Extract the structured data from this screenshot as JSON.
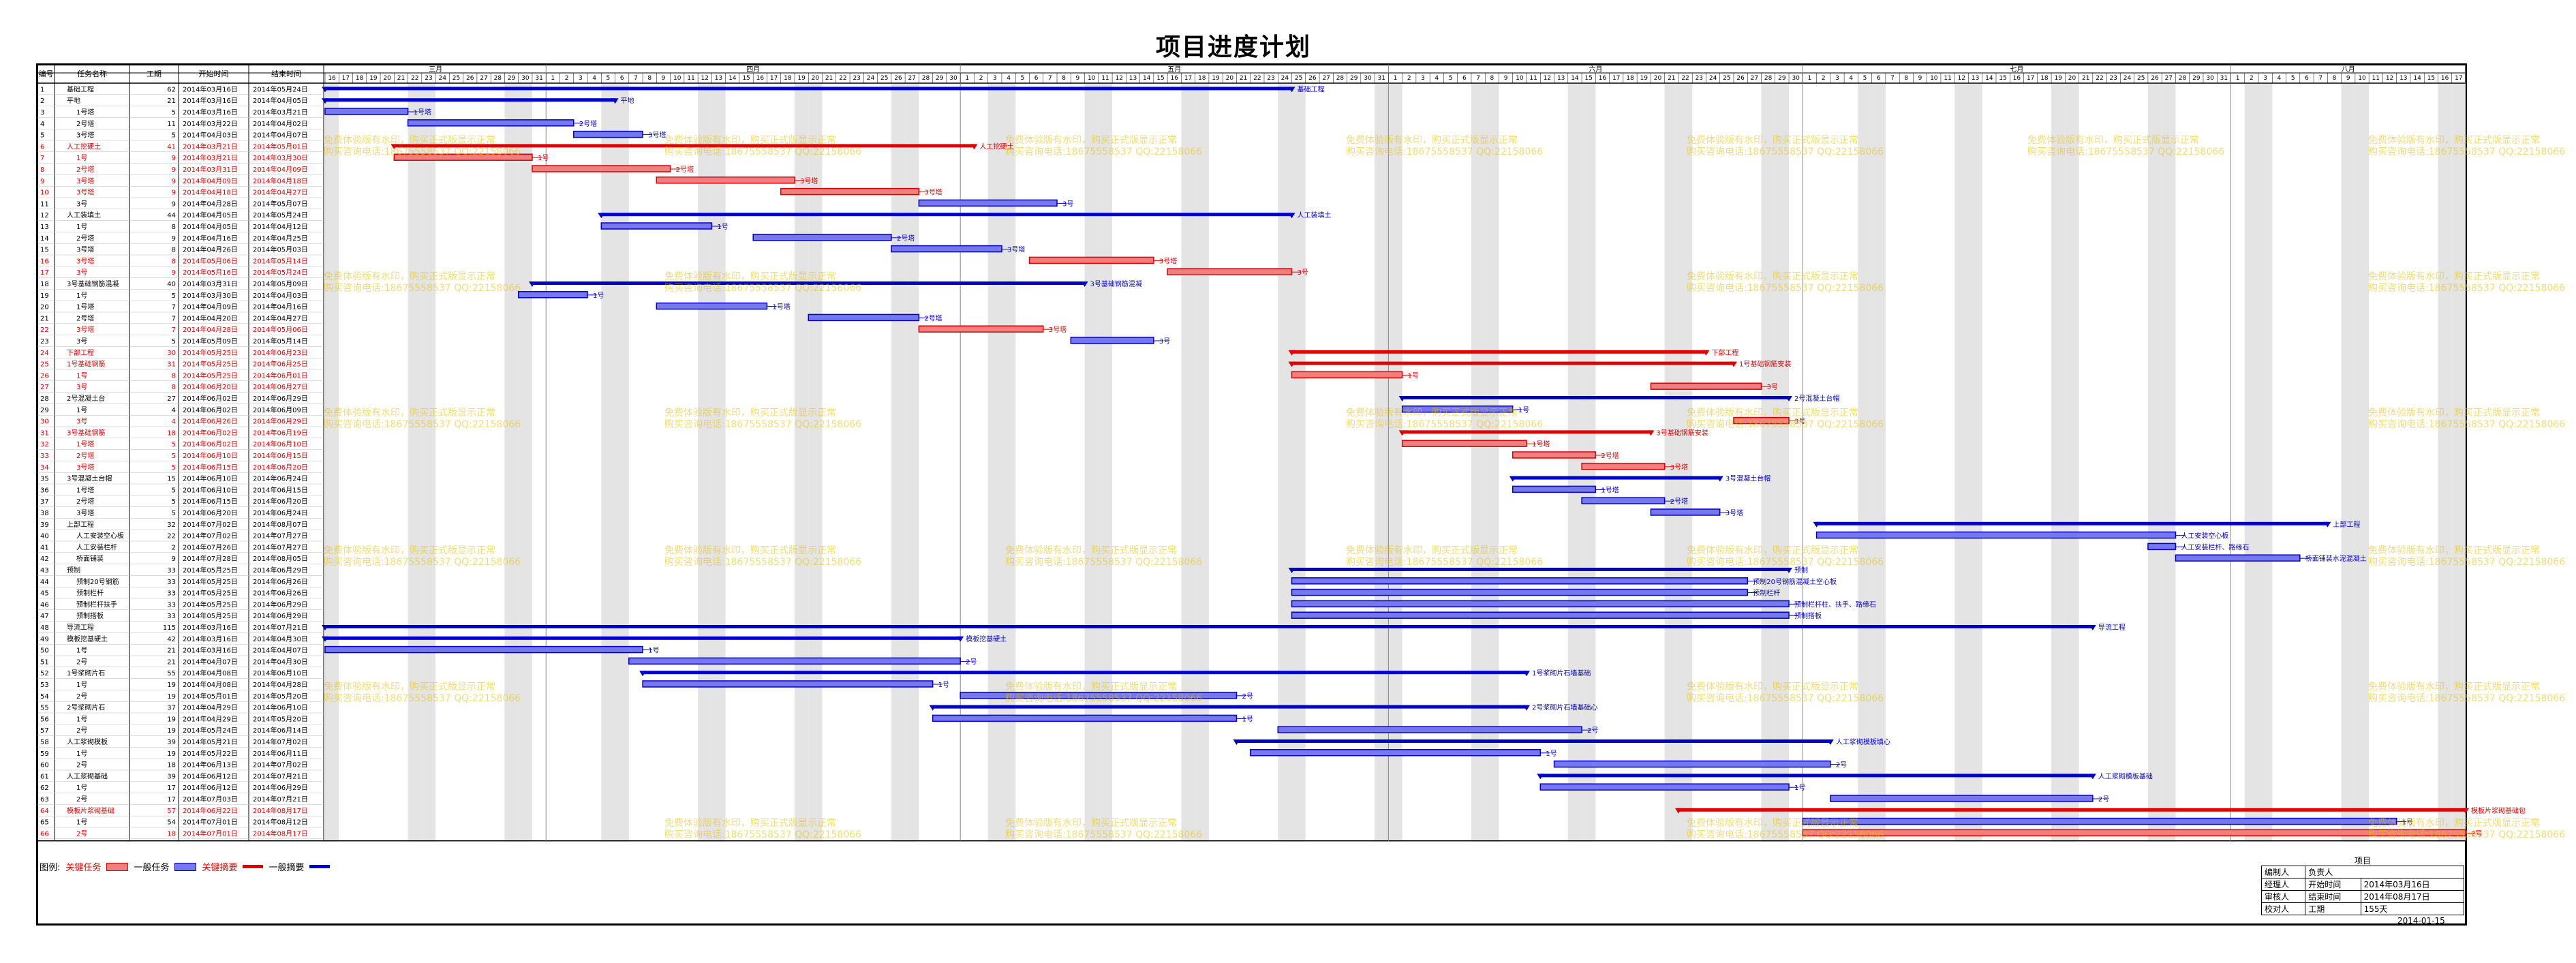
{
  "title": "项目进度计划",
  "headers": {
    "id": "编号",
    "name": "任务名称",
    "duration": "工期",
    "start": "开始时间",
    "finish": "结束时间"
  },
  "months": [
    "三月",
    "四月",
    "五月",
    "六月",
    "七月",
    "八月"
  ],
  "watermark": [
    "免费体验版有水印，购买正式版显示正常",
    "购买咨询电话:18675558537 QQ:22158066"
  ],
  "legend": {
    "label": "图例:",
    "critical_task": "关键任务",
    "normal_task": "一般任务",
    "critical_summary": "关键摘要",
    "normal_summary": "一般摘要",
    "normal_summary_2": "一般摘要"
  },
  "info_box": {
    "title": "项目",
    "rows": [
      [
        "编制人",
        "负责人"
      ],
      [
        "经理人",
        "开始时间",
        "2014年03月16日"
      ],
      [
        "审核人",
        "结束时间",
        "2014年08月17日"
      ],
      [
        "校对人",
        "工期",
        "155天"
      ]
    ],
    "date": "2014-01-15"
  },
  "colors": {
    "critical": "#e00000",
    "normal": "#0000cc",
    "critical_bar": "#f08080",
    "normal_bar": "#7777ee"
  },
  "chart_data": {
    "type": "gantt",
    "timeline_start": "2014-03-16",
    "timeline_end": "2014-08-17",
    "tasks": [
      {
        "id": "1",
        "name": "基础工程",
        "dur": "62",
        "start": "2014年03月16日",
        "end": "2014年05月24日",
        "s": "2014-03-16",
        "e": "2014-05-24",
        "sum": true,
        "crit": false,
        "label": "基础工程"
      },
      {
        "id": "2",
        "name": "平地",
        "dur": "21",
        "start": "2014年03月16日",
        "end": "2014年04月05日",
        "s": "2014-03-16",
        "e": "2014-04-05",
        "sum": true,
        "crit": false,
        "label": "平地"
      },
      {
        "id": "3",
        "name": "1号塔",
        "dur": "5",
        "start": "2014年03月16日",
        "end": "2014年03月21日",
        "s": "2014-03-16",
        "e": "2014-03-21",
        "sum": false,
        "crit": false,
        "label": "1号塔"
      },
      {
        "id": "4",
        "name": "2号塔",
        "dur": "11",
        "start": "2014年03月22日",
        "end": "2014年04月02日",
        "s": "2014-03-22",
        "e": "2014-04-02",
        "sum": false,
        "crit": false,
        "label": "2号塔"
      },
      {
        "id": "5",
        "name": "3号塔",
        "dur": "5",
        "start": "2014年04月03日",
        "end": "2014年04月07日",
        "s": "2014-04-03",
        "e": "2014-04-07",
        "sum": false,
        "crit": false,
        "label": "3号塔"
      },
      {
        "id": "6",
        "name": "人工挖硬土",
        "dur": "41",
        "start": "2014年03月21日",
        "end": "2014年05月01日",
        "s": "2014-03-21",
        "e": "2014-05-01",
        "sum": true,
        "crit": true,
        "label": "人工挖硬土"
      },
      {
        "id": "7",
        "name": "1号",
        "dur": "9",
        "start": "2014年03月21日",
        "end": "2014年03月30日",
        "s": "2014-03-21",
        "e": "2014-03-30",
        "sum": false,
        "crit": true,
        "label": "1号"
      },
      {
        "id": "8",
        "name": "2号塔",
        "dur": "9",
        "start": "2014年03月31日",
        "end": "2014年04月09日",
        "s": "2014-03-31",
        "e": "2014-04-09",
        "sum": false,
        "crit": true,
        "label": "2号塔"
      },
      {
        "id": "9",
        "name": "3号塔",
        "dur": "9",
        "start": "2014年04月09日",
        "end": "2014年04月18日",
        "s": "2014-04-09",
        "e": "2014-04-18",
        "sum": false,
        "crit": true,
        "label": "3号塔"
      },
      {
        "id": "10",
        "name": "3号塔",
        "dur": "9",
        "start": "2014年04月18日",
        "end": "2014年04月27日",
        "s": "2014-04-18",
        "e": "2014-04-27",
        "sum": false,
        "crit": true,
        "label": "3号塔"
      },
      {
        "id": "11",
        "name": "3号",
        "dur": "9",
        "start": "2014年04月28日",
        "end": "2014年05月07日",
        "s": "2014-04-28",
        "e": "2014-05-07",
        "sum": false,
        "crit": false,
        "label": "3号"
      },
      {
        "id": "12",
        "name": "人工装填土",
        "dur": "44",
        "start": "2014年04月05日",
        "end": "2014年05月24日",
        "s": "2014-04-05",
        "e": "2014-05-24",
        "sum": true,
        "crit": false,
        "label": "人工装填土"
      },
      {
        "id": "13",
        "name": "1号",
        "dur": "8",
        "start": "2014年04月05日",
        "end": "2014年04月12日",
        "s": "2014-04-05",
        "e": "2014-04-12",
        "sum": false,
        "crit": false,
        "label": "1号"
      },
      {
        "id": "14",
        "name": "2号塔",
        "dur": "9",
        "start": "2014年04月16日",
        "end": "2014年04月25日",
        "s": "2014-04-16",
        "e": "2014-04-25",
        "sum": false,
        "crit": false,
        "label": "2号塔"
      },
      {
        "id": "15",
        "name": "3号塔",
        "dur": "8",
        "start": "2014年04月26日",
        "end": "2014年05月03日",
        "s": "2014-04-26",
        "e": "2014-05-03",
        "sum": false,
        "crit": false,
        "label": "3号塔"
      },
      {
        "id": "16",
        "name": "3号塔",
        "dur": "8",
        "start": "2014年05月06日",
        "end": "2014年05月14日",
        "s": "2014-05-06",
        "e": "2014-05-14",
        "sum": false,
        "crit": true,
        "label": "3号塔"
      },
      {
        "id": "17",
        "name": "3号",
        "dur": "9",
        "start": "2014年05月16日",
        "end": "2014年05月24日",
        "s": "2014-05-16",
        "e": "2014-05-24",
        "sum": false,
        "crit": true,
        "label": "3号"
      },
      {
        "id": "18",
        "name": "3号基础钢筋混凝",
        "dur": "40",
        "start": "2014年03月31日",
        "end": "2014年05月09日",
        "s": "2014-03-31",
        "e": "2014-05-09",
        "sum": true,
        "crit": false,
        "label": "3号基础钢筋混凝"
      },
      {
        "id": "19",
        "name": "1号",
        "dur": "5",
        "start": "2014年03月30日",
        "end": "2014年04月03日",
        "s": "2014-03-30",
        "e": "2014-04-03",
        "sum": false,
        "crit": false,
        "label": "1号"
      },
      {
        "id": "20",
        "name": "1号塔",
        "dur": "7",
        "start": "2014年04月09日",
        "end": "2014年04月16日",
        "s": "2014-04-09",
        "e": "2014-04-16",
        "sum": false,
        "crit": false,
        "label": "1号塔"
      },
      {
        "id": "21",
        "name": "2号塔",
        "dur": "7",
        "start": "2014年04月20日",
        "end": "2014年04月27日",
        "s": "2014-04-20",
        "e": "2014-04-27",
        "sum": false,
        "crit": false,
        "label": "2号塔"
      },
      {
        "id": "22",
        "name": "3号塔",
        "dur": "7",
        "start": "2014年04月28日",
        "end": "2014年05月06日",
        "s": "2014-04-28",
        "e": "2014-05-06",
        "sum": false,
        "crit": true,
        "label": "3号塔"
      },
      {
        "id": "23",
        "name": "3号",
        "dur": "5",
        "start": "2014年05月09日",
        "end": "2014年05月14日",
        "s": "2014-05-09",
        "e": "2014-05-14",
        "sum": false,
        "crit": false,
        "label": "3号"
      },
      {
        "id": "24",
        "name": "下部工程",
        "dur": "30",
        "start": "2014年05月25日",
        "end": "2014年06月23日",
        "s": "2014-05-25",
        "e": "2014-06-23",
        "sum": true,
        "crit": true,
        "label": "下部工程"
      },
      {
        "id": "25",
        "name": "1号基础钢筋",
        "dur": "31",
        "start": "2014年05月25日",
        "end": "2014年06月25日",
        "s": "2014-05-25",
        "e": "2014-06-25",
        "sum": true,
        "crit": true,
        "label": "1号基础钢筋安装"
      },
      {
        "id": "26",
        "name": "1号",
        "dur": "8",
        "start": "2014年05月25日",
        "end": "2014年06月01日",
        "s": "2014-05-25",
        "e": "2014-06-01",
        "sum": false,
        "crit": true,
        "label": "1号"
      },
      {
        "id": "27",
        "name": "3号",
        "dur": "8",
        "start": "2014年06月20日",
        "end": "2014年06月27日",
        "s": "2014-06-20",
        "e": "2014-06-27",
        "sum": false,
        "crit": true,
        "label": "3号"
      },
      {
        "id": "28",
        "name": "2号混凝土台",
        "dur": "27",
        "start": "2014年06月02日",
        "end": "2014年06月29日",
        "s": "2014-06-02",
        "e": "2014-06-29",
        "sum": true,
        "crit": false,
        "label": "2号混凝土台帽"
      },
      {
        "id": "29",
        "name": "1号",
        "dur": "4",
        "start": "2014年06月02日",
        "end": "2014年06月09日",
        "s": "2014-06-02",
        "e": "2014-06-09",
        "sum": false,
        "crit": false,
        "label": "1号"
      },
      {
        "id": "30",
        "name": "3号",
        "dur": "4",
        "start": "2014年06月26日",
        "end": "2014年06月29日",
        "s": "2014-06-26",
        "e": "2014-06-29",
        "sum": false,
        "crit": true,
        "label": "3号"
      },
      {
        "id": "31",
        "name": "3号基础钢筋",
        "dur": "18",
        "start": "2014年06月02日",
        "end": "2014年06月19日",
        "s": "2014-06-02",
        "e": "2014-06-19",
        "sum": true,
        "crit": true,
        "label": "3号基础钢筋安装"
      },
      {
        "id": "32",
        "name": "1号塔",
        "dur": "5",
        "start": "2014年06月02日",
        "end": "2014年06月10日",
        "s": "2014-06-02",
        "e": "2014-06-10",
        "sum": false,
        "crit": true,
        "label": "1号塔"
      },
      {
        "id": "33",
        "name": "2号塔",
        "dur": "5",
        "start": "2014年06月10日",
        "end": "2014年06月15日",
        "s": "2014-06-10",
        "e": "2014-06-15",
        "sum": false,
        "crit": true,
        "label": "2号塔"
      },
      {
        "id": "34",
        "name": "3号塔",
        "dur": "5",
        "start": "2014年06月15日",
        "end": "2014年06月20日",
        "s": "2014-06-15",
        "e": "2014-06-20",
        "sum": false,
        "crit": true,
        "label": "3号塔"
      },
      {
        "id": "35",
        "name": "3号混凝土台帽",
        "dur": "15",
        "start": "2014年06月10日",
        "end": "2014年06月24日",
        "s": "2014-06-10",
        "e": "2014-06-24",
        "sum": true,
        "crit": false,
        "label": "3号混凝土台帽"
      },
      {
        "id": "36",
        "name": "1号塔",
        "dur": "5",
        "start": "2014年06月10日",
        "end": "2014年06月15日",
        "s": "2014-06-10",
        "e": "2014-06-15",
        "sum": false,
        "crit": false,
        "label": "1号塔"
      },
      {
        "id": "37",
        "name": "2号塔",
        "dur": "5",
        "start": "2014年06月15日",
        "end": "2014年06月20日",
        "s": "2014-06-15",
        "e": "2014-06-20",
        "sum": false,
        "crit": false,
        "label": "2号塔"
      },
      {
        "id": "38",
        "name": "3号塔",
        "dur": "5",
        "start": "2014年06月20日",
        "end": "2014年06月24日",
        "s": "2014-06-20",
        "e": "2014-06-24",
        "sum": false,
        "crit": false,
        "label": "3号塔"
      },
      {
        "id": "39",
        "name": "上部工程",
        "dur": "32",
        "start": "2014年07月02日",
        "end": "2014年08月07日",
        "s": "2014-07-02",
        "e": "2014-08-07",
        "sum": true,
        "crit": false,
        "label": "上部工程"
      },
      {
        "id": "40",
        "name": "人工安装空心板",
        "dur": "22",
        "start": "2014年07月02日",
        "end": "2014年07月27日",
        "s": "2014-07-02",
        "e": "2014-07-27",
        "sum": false,
        "crit": false,
        "label": "人工安装空心板"
      },
      {
        "id": "41",
        "name": "人工安装栏杆",
        "dur": "2",
        "start": "2014年07月26日",
        "end": "2014年07月27日",
        "s": "2014-07-26",
        "e": "2014-07-27",
        "sum": false,
        "crit": false,
        "label": "人工安装栏杆、路缘石"
      },
      {
        "id": "42",
        "name": "桥面铺装",
        "dur": "9",
        "start": "2014年07月28日",
        "end": "2014年08月05日",
        "s": "2014-07-28",
        "e": "2014-08-05",
        "sum": false,
        "crit": false,
        "label": "桥面铺装水泥混凝土"
      },
      {
        "id": "43",
        "name": "预制",
        "dur": "33",
        "start": "2014年05月25日",
        "end": "2014年06月29日",
        "s": "2014-05-25",
        "e": "2014-06-29",
        "sum": true,
        "crit": false,
        "label": "预制"
      },
      {
        "id": "44",
        "name": "预制20号钢筋",
        "dur": "33",
        "start": "2014年05月25日",
        "end": "2014年06月26日",
        "s": "2014-05-25",
        "e": "2014-06-26",
        "sum": false,
        "crit": false,
        "label": "预制20号钢筋混凝土空心板"
      },
      {
        "id": "45",
        "name": "预制栏杆",
        "dur": "33",
        "start": "2014年05月25日",
        "end": "2014年06月26日",
        "s": "2014-05-25",
        "e": "2014-06-26",
        "sum": false,
        "crit": false,
        "label": "预制栏杆"
      },
      {
        "id": "46",
        "name": "预制栏杆扶手",
        "dur": "33",
        "start": "2014年05月25日",
        "end": "2014年06月29日",
        "s": "2014-05-25",
        "e": "2014-06-29",
        "sum": false,
        "crit": false,
        "label": "预制栏杆柱、扶手、路缘石"
      },
      {
        "id": "47",
        "name": "预制搭板",
        "dur": "33",
        "start": "2014年05月25日",
        "end": "2014年06月29日",
        "s": "2014-05-25",
        "e": "2014-06-29",
        "sum": false,
        "crit": false,
        "label": "预制搭板"
      },
      {
        "id": "48",
        "name": "导流工程",
        "dur": "115",
        "start": "2014年03月16日",
        "end": "2014年07月21日",
        "s": "2014-03-16",
        "e": "2014-07-21",
        "sum": true,
        "crit": false,
        "label": "导流工程"
      },
      {
        "id": "49",
        "name": "模板挖基硬土",
        "dur": "42",
        "start": "2014年03月16日",
        "end": "2014年04月30日",
        "s": "2014-03-16",
        "e": "2014-04-30",
        "sum": true,
        "crit": false,
        "label": "模板挖基硬土"
      },
      {
        "id": "50",
        "name": "1号",
        "dur": "21",
        "start": "2014年03月16日",
        "end": "2014年04月07日",
        "s": "2014-03-16",
        "e": "2014-04-07",
        "sum": false,
        "crit": false,
        "label": "1号"
      },
      {
        "id": "51",
        "name": "2号",
        "dur": "21",
        "start": "2014年04月07日",
        "end": "2014年04月30日",
        "s": "2014-04-07",
        "e": "2014-04-30",
        "sum": false,
        "crit": false,
        "label": "2号"
      },
      {
        "id": "52",
        "name": "1号浆砌片石",
        "dur": "55",
        "start": "2014年04月08日",
        "end": "2014年06月10日",
        "s": "2014-04-08",
        "e": "2014-06-10",
        "sum": true,
        "crit": false,
        "label": "1号浆砌片石墙基础"
      },
      {
        "id": "53",
        "name": "1号",
        "dur": "19",
        "start": "2014年04月08日",
        "end": "2014年04月28日",
        "s": "2014-04-08",
        "e": "2014-04-28",
        "sum": false,
        "crit": false,
        "label": "1号"
      },
      {
        "id": "54",
        "name": "2号",
        "dur": "19",
        "start": "2014年05月01日",
        "end": "2014年05月20日",
        "s": "2014-05-01",
        "e": "2014-05-20",
        "sum": false,
        "crit": false,
        "label": "2号"
      },
      {
        "id": "55",
        "name": "2号浆砌片石",
        "dur": "37",
        "start": "2014年04月29日",
        "end": "2014年06月10日",
        "s": "2014-04-29",
        "e": "2014-06-10",
        "sum": true,
        "crit": false,
        "label": "2号浆砌片石墙基础心"
      },
      {
        "id": "56",
        "name": "1号",
        "dur": "19",
        "start": "2014年04月29日",
        "end": "2014年05月20日",
        "s": "2014-04-29",
        "e": "2014-05-20",
        "sum": false,
        "crit": false,
        "label": "1号"
      },
      {
        "id": "57",
        "name": "2号",
        "dur": "19",
        "start": "2014年05月24日",
        "end": "2014年06月14日",
        "s": "2014-05-24",
        "e": "2014-06-14",
        "sum": false,
        "crit": false,
        "label": "2号"
      },
      {
        "id": "58",
        "name": "人工浆砌模板",
        "dur": "39",
        "start": "2014年05月21日",
        "end": "2014年07月02日",
        "s": "2014-05-21",
        "e": "2014-07-02",
        "sum": true,
        "crit": false,
        "label": "人工浆砌模板填心"
      },
      {
        "id": "59",
        "name": "1号",
        "dur": "19",
        "start": "2014年05月22日",
        "end": "2014年06月11日",
        "s": "2014-05-22",
        "e": "2014-06-11",
        "sum": false,
        "crit": false,
        "label": "1号"
      },
      {
        "id": "60",
        "name": "2号",
        "dur": "18",
        "start": "2014年06月13日",
        "end": "2014年07月02日",
        "s": "2014-06-13",
        "e": "2014-07-02",
        "sum": false,
        "crit": false,
        "label": "2号"
      },
      {
        "id": "61",
        "name": "人工浆砌基础",
        "dur": "39",
        "start": "2014年06月12日",
        "end": "2014年07月21日",
        "s": "2014-06-12",
        "e": "2014-07-21",
        "sum": true,
        "crit": false,
        "label": "人工浆砌模板基础"
      },
      {
        "id": "62",
        "name": "1号",
        "dur": "17",
        "start": "2014年06月12日",
        "end": "2014年06月29日",
        "s": "2014-06-12",
        "e": "2014-06-29",
        "sum": false,
        "crit": false,
        "label": "1号"
      },
      {
        "id": "63",
        "name": "2号",
        "dur": "17",
        "start": "2014年07月03日",
        "end": "2014年07月21日",
        "s": "2014-07-03",
        "e": "2014-07-21",
        "sum": false,
        "crit": false,
        "label": "2号"
      },
      {
        "id": "64",
        "name": "模板片浆砌基础",
        "dur": "57",
        "start": "2014年06月22日",
        "end": "2014年08月17日",
        "s": "2014-06-22",
        "e": "2014-08-17",
        "sum": true,
        "crit": true,
        "label": "模板片浆砌基础包"
      },
      {
        "id": "65",
        "name": "1号",
        "dur": "54",
        "start": "2014年07月01日",
        "end": "2014年08月12日",
        "s": "2014-07-01",
        "e": "2014-08-12",
        "sum": false,
        "crit": false,
        "label": "1号"
      },
      {
        "id": "66",
        "name": "2号",
        "dur": "18",
        "start": "2014年07月01日",
        "end": "2014年08月17日",
        "s": "2014-07-01",
        "e": "2014-08-17",
        "sum": false,
        "crit": true,
        "label": "2号"
      }
    ]
  }
}
